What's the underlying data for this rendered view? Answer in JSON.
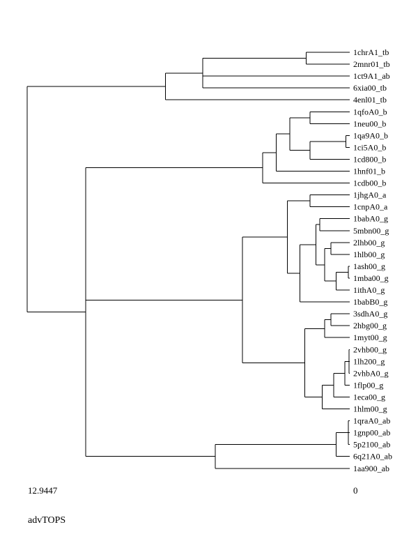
{
  "tree": {
    "name": "root",
    "children": [
      {
        "h": 7.4,
        "children": [
          {
            "h": 5.9,
            "children": [
              {
                "h": 1.75,
                "children": [
                  {
                    "leaf": "1chrA1_tb"
                  },
                  {
                    "leaf": "2mnr01_tb"
                  }
                ]
              },
              {
                "leaf": "1ct9A1_ab"
              },
              {
                "leaf": "6xia00_tb"
              }
            ]
          },
          {
            "leaf": "4enl01_tb"
          }
        ]
      },
      {
        "h": 10.6,
        "children": [
          {
            "h": 3.5,
            "children": [
              {
                "h": 2.95,
                "children": [
                  {
                    "h": 2.4,
                    "children": [
                      {
                        "h": 1.6,
                        "children": [
                          {
                            "leaf": "1qfoA0_b"
                          },
                          {
                            "leaf": "1neu00_b"
                          }
                        ]
                      },
                      {
                        "h": 1.6,
                        "children": [
                          {
                            "h": 0.15,
                            "children": [
                              {
                                "leaf": "1qa9A0_b"
                              },
                              {
                                "leaf": "1ci5A0_b"
                              }
                            ]
                          },
                          {
                            "leaf": "1cd800_b"
                          }
                        ]
                      }
                    ]
                  },
                  {
                    "leaf": "1hnf01_b"
                  }
                ]
              },
              {
                "leaf": "1cdb00_b"
              }
            ]
          },
          {
            "h": 4.3,
            "children": [
              {
                "h": 2.5,
                "children": [
                  {
                    "h": 1.6,
                    "children": [
                      {
                        "leaf": "1jhgA0_a"
                      },
                      {
                        "leaf": "1cnpA0_a"
                      }
                    ]
                  },
                  {
                    "h": 2.0,
                    "children": [
                      {
                        "h": 1.35,
                        "children": [
                          {
                            "h": 1.2,
                            "children": [
                              {
                                "leaf": "1babA0_g"
                              },
                              {
                                "leaf": "5mbn00_g"
                              }
                            ]
                          },
                          {
                            "h": 1.0,
                            "children": [
                              {
                                "h": 0.75,
                                "children": [
                                  {
                                    "leaf": "2lhb00_g"
                                  },
                                  {
                                    "leaf": "1hlb00_g"
                                  }
                                ]
                              },
                              {
                                "h": 0.55,
                                "children": [
                                  {
                                    "h": 0.05,
                                    "children": [
                                      {
                                        "leaf": "1ash00_g"
                                      },
                                      {
                                        "leaf": "1mba00_g"
                                      }
                                    ]
                                  },
                                  {
                                    "leaf": "1ithA0_g"
                                  }
                                ]
                              }
                            ]
                          }
                        ]
                      },
                      {
                        "leaf": "1babB0_g"
                      }
                    ]
                  }
                ]
              },
              {
                "h": 1.8,
                "children": [
                  {
                    "h": 1.0,
                    "children": [
                      {
                        "h": 0.75,
                        "children": [
                          {
                            "leaf": "3sdhA0_g"
                          },
                          {
                            "leaf": "2hbg00_g"
                          }
                        ]
                      },
                      {
                        "leaf": "1myt00_g"
                      }
                    ]
                  },
                  {
                    "h": 1.1,
                    "children": [
                      {
                        "h": 0.65,
                        "children": [
                          {
                            "h": 0.2,
                            "children": [
                              {
                                "h": 0.03,
                                "children": [
                                  {
                                    "leaf": "2vhb00_g"
                                  },
                                  {
                                    "leaf": "1lh200_g"
                                  },
                                  {
                                    "leaf": "2vhbA0_g"
                                  }
                                ]
                              },
                              {
                                "leaf": "1flp00_g"
                              }
                            ]
                          },
                          {
                            "leaf": "1eca00_g"
                          }
                        ]
                      },
                      {
                        "leaf": "1hlm00_g"
                      }
                    ]
                  }
                ]
              }
            ]
          },
          {
            "h": 5.4,
            "children": [
              {
                "h": 0.55,
                "children": [
                  {
                    "h": 0.05,
                    "children": [
                      {
                        "leaf": "1qraA0_ab"
                      },
                      {
                        "leaf": "1gnp00_ab"
                      },
                      {
                        "leaf": "5p2100_ab"
                      }
                    ]
                  },
                  {
                    "leaf": "6q21A0_ab"
                  }
                ]
              },
              {
                "leaf": "1aa900_ab"
              }
            ]
          }
        ]
      }
    ]
  },
  "scale": {
    "max_label": "12.9447",
    "min_label": "0",
    "max_value": 12.9447
  },
  "caption": "advTOPS"
}
